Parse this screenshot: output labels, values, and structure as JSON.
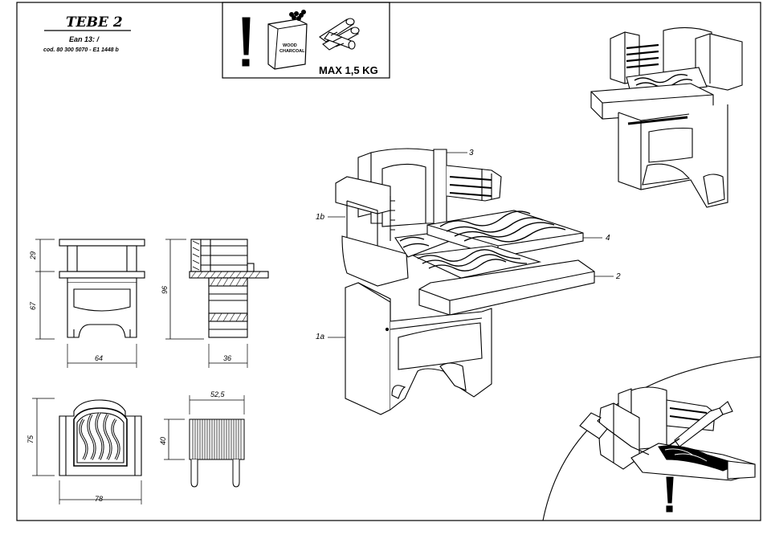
{
  "title_block": {
    "model": "TEBE  2",
    "ean": "Ean 13:  /",
    "code": "cod. 80 300 5070 - E1 1448 b"
  },
  "warning_box": {
    "bag_text_line1": "WOOD",
    "bag_text_line2": "CHARCOAL",
    "max_load": "MAX 1,5 KG"
  },
  "callouts": {
    "part_3": "3",
    "part_1b": "1b",
    "part_4": "4",
    "part_2": "2",
    "part_1a": "1a"
  },
  "dimensions": {
    "front_top_height": "29",
    "front_bottom_height": "67",
    "front_width": "64",
    "side_height": "96",
    "side_depth": "36",
    "grill_front_height": "75",
    "grill_front_width": "78",
    "grate_width": "52,5",
    "grate_height": "40"
  }
}
